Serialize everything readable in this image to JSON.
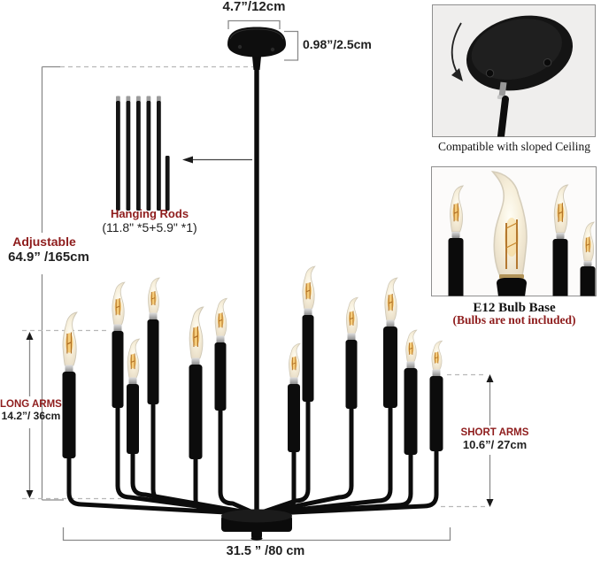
{
  "colors": {
    "accent_red": "#8e1c1c",
    "chandelier_black": "#0c0c0c",
    "dim_line_gray": "#8a8a8a"
  },
  "annotations": {
    "canopy_width": "4.7”/12cm",
    "canopy_height": "0.98”/2.5cm",
    "adjustable_label": "Adjustable",
    "adjustable_value": "64.9” /165cm",
    "hanging_rods_label": "Hanging Rods",
    "hanging_rods_value": "(11.8\" *5+5.9\" *1)",
    "long_arms_label": "LONG ARMS",
    "long_arms_value": "14.2”/ 36cm",
    "short_arms_label": "SHORT ARMS",
    "short_arms_value": "10.6”/ 27cm",
    "bottom_width": "31.5 ” /80 cm"
  },
  "insets": {
    "sloped_ceiling_caption": "Compatible with sloped Ceiling",
    "bulb_caption_line1": "E12 Bulb Base",
    "bulb_caption_line2": "(Bulbs are not included)"
  }
}
